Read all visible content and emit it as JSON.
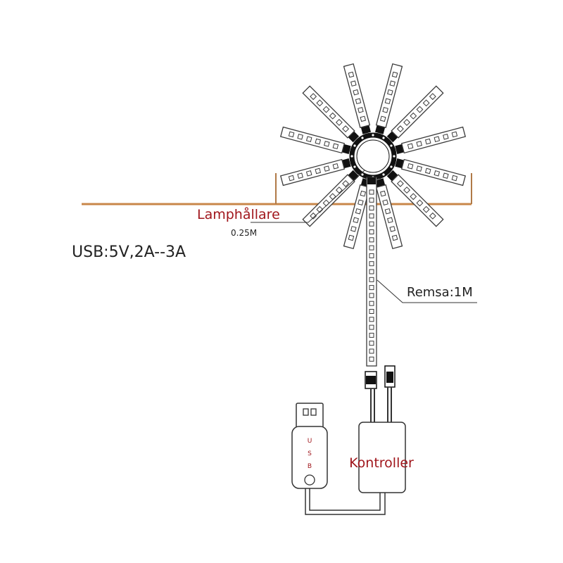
{
  "labels": {
    "usb_spec": "USB:5V,2A--3A",
    "lamp_holder": "Lamphållare",
    "lamp_holder_length": "0.25M",
    "strip": "Remsa:1M",
    "controller": "Kontroller",
    "usb_letters": [
      "U",
      "S",
      "B"
    ]
  },
  "colors": {
    "accent_red": "#a0161c",
    "line": "#3a3a3a",
    "shelf": "#c8874a"
  },
  "starburst": {
    "arm_count": 12,
    "leds_per_arm": 6
  },
  "strip": {
    "led_count": 22
  }
}
